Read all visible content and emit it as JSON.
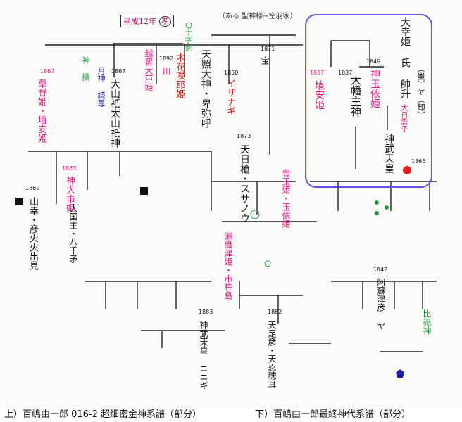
{
  "caption": {
    "upper": "上）百嶋由一郎 016-2 超細密金神系譜（部分）",
    "lower": "下）百嶋由一郎最終神代系譜（部分）"
  },
  "header": {
    "era": "平成12年",
    "era_mark": "孝",
    "note": "（ある 聖神様→空羽家）"
  },
  "colors": {
    "frame": "#6a50e8",
    "red_dot": "#e02020"
  },
  "chart": {
    "col1": {
      "name": "草野姫・埴安姫",
      "year": "1867"
    },
    "col2": {
      "name": "神大市姫",
      "year": "1863"
    },
    "col3": {
      "name": "大山祇太山祇神",
      "year": "1867"
    },
    "col4": {
      "name": "月神 読尊",
      "sub": "神 撲"
    },
    "col5": {
      "name": "越智大戸姫",
      "sub": "川"
    },
    "col6": {
      "name": "木花咲耶姫",
      "year": "1892"
    },
    "col7": {
      "name": "天照大神・卑弥呼",
      "sub": "十字剣"
    },
    "col8": {
      "name": "天日槍・スサノウ",
      "year": "1873"
    },
    "col9": {
      "name": "イザナギ",
      "year": "1850"
    },
    "col10": {
      "name": "宝",
      "year": "1871"
    },
    "box_title": "大幸姫 氏 帥升",
    "box_sub": "（蚩）ヤ（卸）",
    "box_n1": {
      "name": "埴安姫",
      "year": "1837"
    },
    "box_n2": {
      "name": "大幡主神",
      "year": "1837"
    },
    "box_n3": {
      "name": "神玉依姫",
      "year": "1849"
    },
    "box_n4": {
      "name": "神武天皇",
      "year": "1866"
    },
    "box_n5": {
      "name": "大日孁子",
      "year": ""
    },
    "low1": {
      "name": "山幸・彦火火出見",
      "year": "1860"
    },
    "low2": {
      "name": "大国主・八千矛",
      "year": ""
    },
    "low3": {
      "name": "瀬織津姫・市杵島",
      "year": ""
    },
    "low4": {
      "name": "豊玉姫・玉依姫",
      "year": ""
    },
    "low5": {
      "name": "天足彦・天忍穂耳",
      "year": "1882"
    },
    "low6": {
      "name": "神武天皇 ニニギ",
      "year": "1883"
    },
    "low7": {
      "name": "阿蘇津彦 ヤ",
      "year": "1842"
    },
    "low8": {
      "name": "比売神",
      "year": ""
    }
  }
}
